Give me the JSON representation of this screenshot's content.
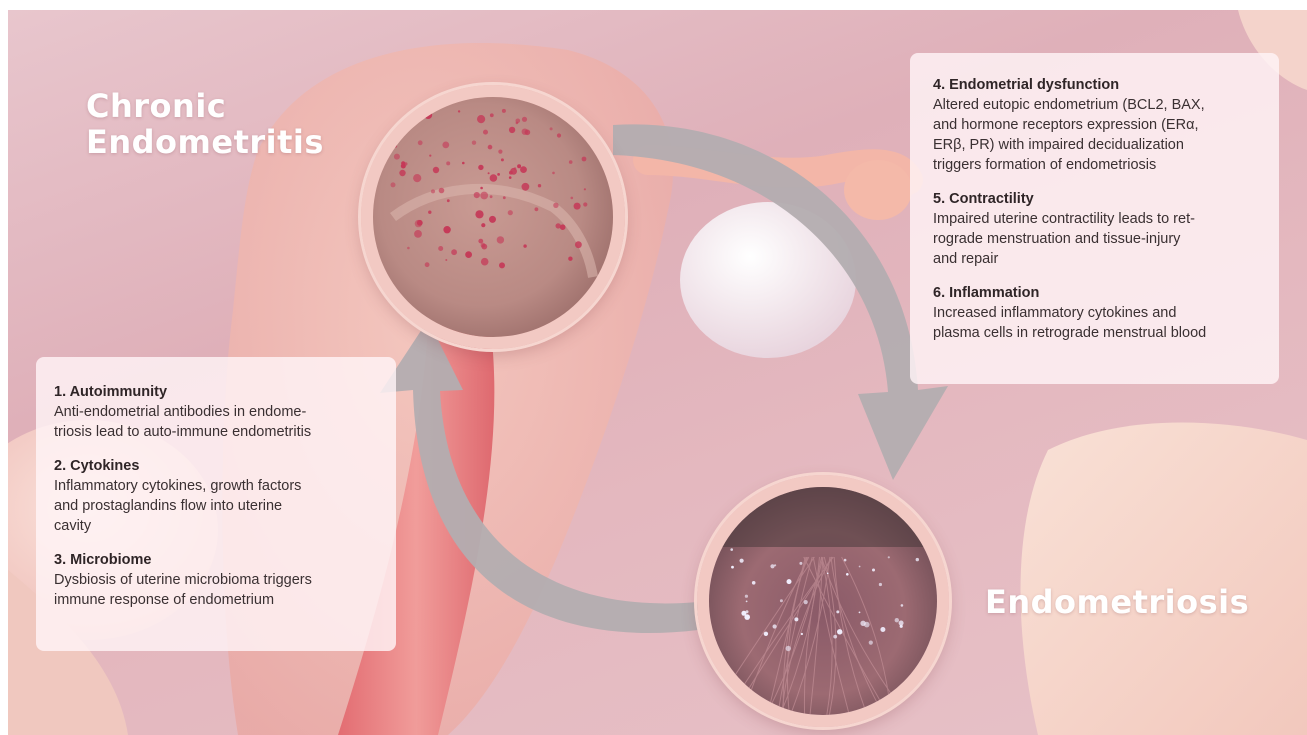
{
  "titles": {
    "chronic_line1": "Chronic",
    "chronic_line2": "Endometritis",
    "endometriosis": "Endometriosis"
  },
  "left_panel": {
    "items": [
      {
        "heading": "1. Autoimmunity",
        "lines": [
          "Anti-endometrial antibodies in endome-",
          "triosis lead to auto-immune endometritis"
        ]
      },
      {
        "heading": "2. Cytokines",
        "lines": [
          "Inflammatory cytokines, growth factors",
          "and prostaglandins flow into uterine",
          "cavity"
        ]
      },
      {
        "heading": "3. Microbiome",
        "lines": [
          "Dysbiosis of uterine microbioma triggers",
          "immune response of endometrium"
        ]
      }
    ]
  },
  "right_panel": {
    "items": [
      {
        "heading": "4. Endometrial dysfunction",
        "lines": [
          "Altered eutopic endometrium (BCL2, BAX,",
          "and hormone receptors expression (ERα,",
          "ERβ, PR) with impaired decidualization",
          "triggers formation of endometriosis"
        ]
      },
      {
        "heading": "5. Contractility",
        "lines": [
          "Impaired uterine contractility leads to ret-",
          "rograde menstruation and tissue-injury",
          "and repair"
        ]
      },
      {
        "heading": "6. Inflammation",
        "lines": [
          "Increased inflammatory cytokines and",
          "plasma cells in retrograde menstrual blood"
        ]
      }
    ]
  },
  "colors": {
    "background": "#e4b8bf",
    "arrow": "#b3adb0",
    "panel": "#fff4f6",
    "ring": "#f2c9c3",
    "title_text": "#ffffff"
  }
}
